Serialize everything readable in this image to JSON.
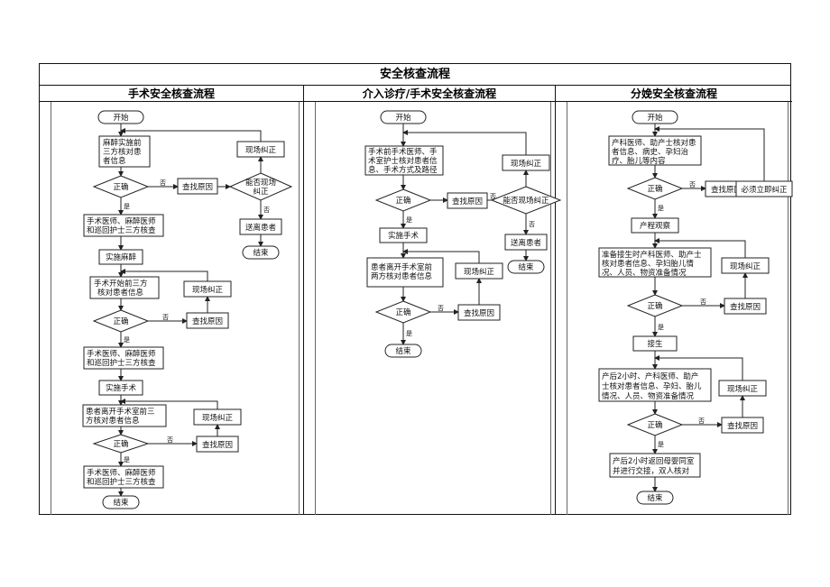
{
  "title": "安全核查流程",
  "columns": [
    {
      "id": "surgery",
      "title": "手术安全核查流程"
    },
    {
      "id": "interventional",
      "title": "介入诊疗/手术安全核查流程"
    },
    {
      "id": "delivery",
      "title": "分娩安全核查流程"
    }
  ],
  "labels": {
    "yes": "是",
    "no": "否"
  },
  "surgery": {
    "start": "开始",
    "step1": [
      "麻醉实施前",
      "三方核对患",
      "者信息"
    ],
    "check1": "正确",
    "find1": "查找原因",
    "can_fix": [
      "能否现场",
      "纠正"
    ],
    "fix_top": "现场纠正",
    "send_away": "送离患者",
    "end_top": "结束",
    "step2": [
      "手术医师、麻醉医师",
      "和巡回护士三方核查"
    ],
    "step3": "实施麻醉",
    "step4": [
      "手术开始前三方",
      "核对患者信息"
    ],
    "check2": "正确",
    "find2": "查找原因",
    "fix2": "现场纠正",
    "step5": [
      "手术医师、麻醉医师",
      "和巡回护士三方核查"
    ],
    "step6": "实施手术",
    "step7": [
      "患者离开手术室前三",
      "方核对患者信息"
    ],
    "check3": "正确",
    "find3": "查找原因",
    "fix3": "现场纠正",
    "step8": [
      "手术医师、麻醉医师",
      "和巡回护士三方核查"
    ],
    "end": "结束"
  },
  "interventional": {
    "start": "开始",
    "step1": [
      "手术前手术医师、手",
      "术室护士核对患者信",
      "息、手术方式及路径"
    ],
    "check1": "正确",
    "find1": "查找原因",
    "can_fix": "能否现场纠正",
    "fix_top": "现场纠正",
    "send_away": "送离患者",
    "end_top": "结束",
    "step2": "实施手术",
    "step3": [
      "患者离开手术室前",
      "两方核对患者信息"
    ],
    "fix2": "现场纠正",
    "check2": "正确",
    "find2": "查找原因",
    "end": "结束"
  },
  "delivery": {
    "start": "开始",
    "step1": [
      "产科医师、助产士核对患",
      "者信息、病史、孕妇治",
      "疗、胎儿等内容"
    ],
    "check1": "正确",
    "find1": "查找原因",
    "correct_now": "必须立即纠正",
    "step2": "产程观察",
    "step3": [
      "准备接生时产科医师、助产士",
      "核对患者信息、孕妇胎儿情",
      "况、人员、物资准备情况"
    ],
    "fix2": "现场纠正",
    "check2": "正确",
    "find2": "查找原因",
    "step4": "接生",
    "step5": [
      "产后2小时、产科医师、助产",
      "士核对患者信息、孕妇、胎儿",
      "情况、人员、物资准备情况"
    ],
    "fix3": "现场纠正",
    "check3": "正确",
    "find3": "查找原因",
    "step6": [
      "产后2小时返回母婴同室",
      "并进行交接，双人核对"
    ],
    "end": "结束"
  }
}
